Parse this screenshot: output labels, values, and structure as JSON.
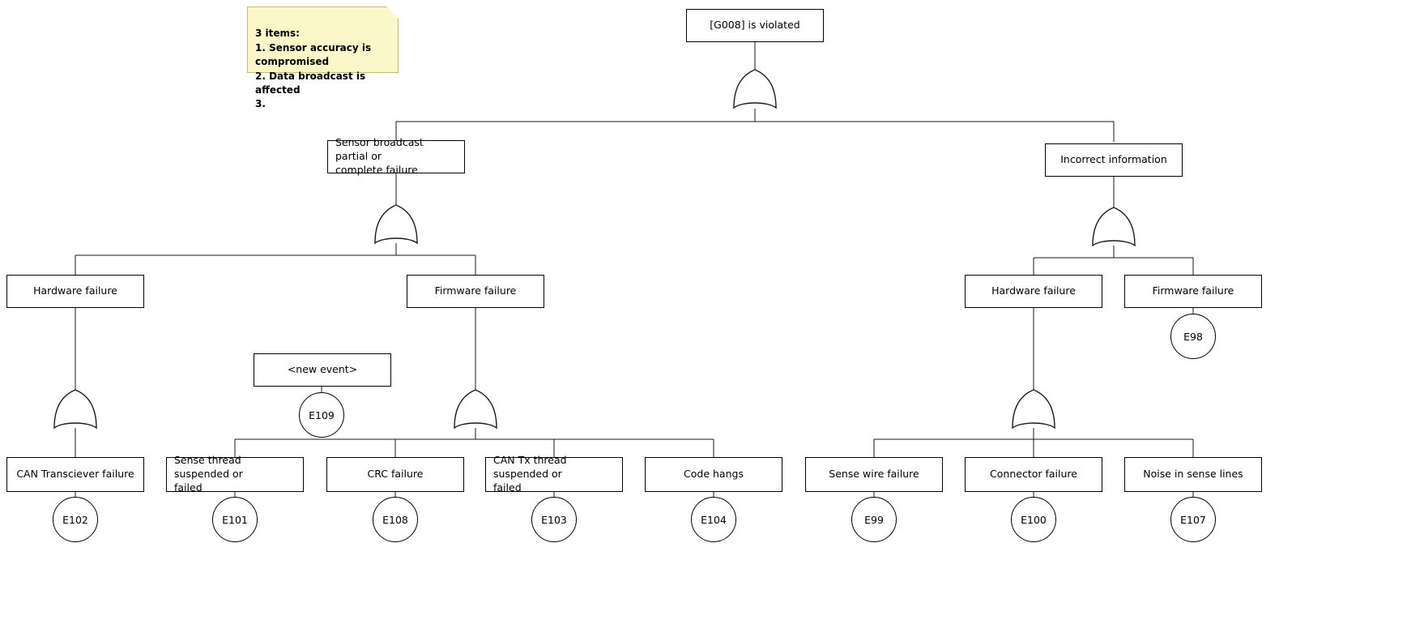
{
  "diagram": {
    "type": "fault-tree",
    "note": {
      "text": "3 items:\n1. Sensor accuracy is compromised\n2. Data broadcast is affected\n3.",
      "background": "#fcf7c8",
      "border": "#cbb96a"
    },
    "nodes": [
      {
        "id": "top",
        "label": "[G008] is violated",
        "align": "center"
      },
      {
        "id": "l2a",
        "label": "Sensor broadcast partial or\ncomplete failure",
        "align": "left"
      },
      {
        "id": "l2b",
        "label": "Incorrect information",
        "align": "center"
      },
      {
        "id": "l3a",
        "label": "Hardware failure",
        "align": "center"
      },
      {
        "id": "l3b",
        "label": "Firmware failure",
        "align": "center"
      },
      {
        "id": "l3c",
        "label": "Hardware failure",
        "align": "center"
      },
      {
        "id": "l3d",
        "label": "Firmware failure",
        "align": "center"
      },
      {
        "id": "newevent",
        "label": "<new event>",
        "align": "center"
      },
      {
        "id": "b1",
        "label": "CAN Transciever failure",
        "align": "center"
      },
      {
        "id": "b2",
        "label": "Sense thread suspended or\nfailed",
        "align": "left"
      },
      {
        "id": "b3",
        "label": "CRC failure",
        "align": "center"
      },
      {
        "id": "b4",
        "label": "CAN Tx thread suspended or\nfailed",
        "align": "left"
      },
      {
        "id": "b5",
        "label": "Code hangs",
        "align": "center"
      },
      {
        "id": "b6",
        "label": "Sense wire failure",
        "align": "center"
      },
      {
        "id": "b7",
        "label": "Connector failure",
        "align": "center"
      },
      {
        "id": "b8",
        "label": "Noise in sense lines",
        "align": "center"
      }
    ],
    "events": [
      {
        "id": "e98",
        "label": "E98"
      },
      {
        "id": "e109",
        "label": "E109"
      },
      {
        "id": "e102",
        "label": "E102"
      },
      {
        "id": "e101",
        "label": "E101"
      },
      {
        "id": "e108",
        "label": "E108"
      },
      {
        "id": "e103",
        "label": "E103"
      },
      {
        "id": "e104",
        "label": "E104"
      },
      {
        "id": "e99",
        "label": "E99"
      },
      {
        "id": "e100",
        "label": "E100"
      },
      {
        "id": "e107",
        "label": "E107"
      }
    ],
    "gates": [
      {
        "id": "g-top",
        "kind": "or-gate"
      },
      {
        "id": "g-l2a",
        "kind": "or-gate"
      },
      {
        "id": "g-l2b",
        "kind": "or-gate"
      },
      {
        "id": "g-l3a",
        "kind": "or-gate"
      },
      {
        "id": "g-l3b",
        "kind": "or-gate"
      },
      {
        "id": "g-l3c",
        "kind": "or-gate"
      }
    ]
  }
}
